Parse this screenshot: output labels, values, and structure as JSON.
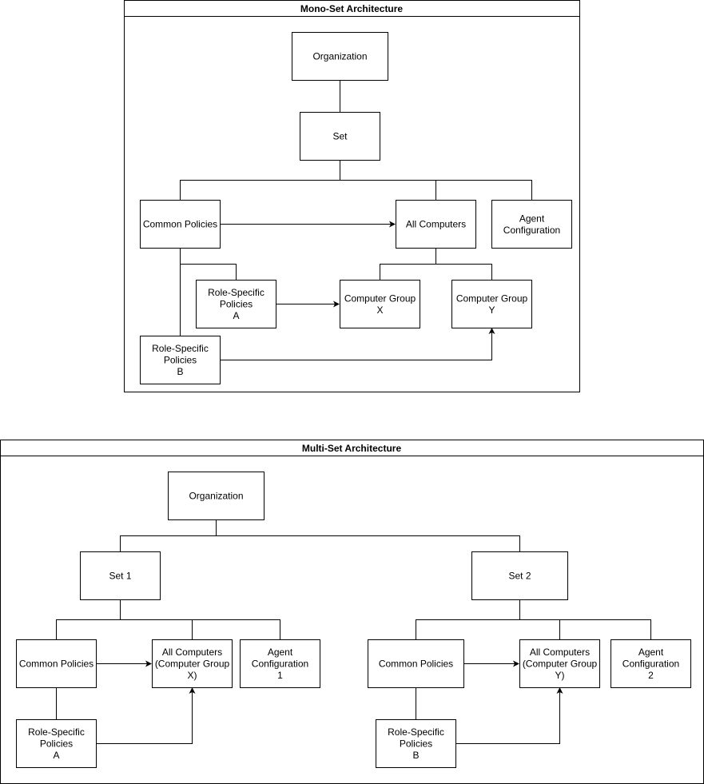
{
  "diagrams": {
    "mono": {
      "title": "Mono-Set Architecture",
      "nodes": {
        "organization": [
          "Organization"
        ],
        "set": [
          "Set"
        ],
        "common_policies": [
          "Common Policies"
        ],
        "all_computers": [
          "All Computers"
        ],
        "agent_configuration": [
          "Agent",
          "Configuration"
        ],
        "role_policies_a": [
          "Role-Specific",
          "Policies",
          "A"
        ],
        "computer_group_x": [
          "Computer Group",
          "X"
        ],
        "computer_group_y": [
          "Computer Group",
          "Y"
        ],
        "role_policies_b": [
          "Role-Specific",
          "Policies",
          "B"
        ]
      },
      "edges": [
        {
          "from": "organization",
          "to": "set",
          "type": "line"
        },
        {
          "from": "set",
          "to": "common_policies",
          "type": "line"
        },
        {
          "from": "set",
          "to": "all_computers",
          "type": "line"
        },
        {
          "from": "set",
          "to": "agent_configuration",
          "type": "line"
        },
        {
          "from": "common_policies",
          "to": "all_computers",
          "type": "arrow"
        },
        {
          "from": "common_policies",
          "to": "role_policies_a",
          "type": "line"
        },
        {
          "from": "common_policies",
          "to": "role_policies_b",
          "type": "line"
        },
        {
          "from": "all_computers",
          "to": "computer_group_x",
          "type": "line"
        },
        {
          "from": "all_computers",
          "to": "computer_group_y",
          "type": "line"
        },
        {
          "from": "role_policies_a",
          "to": "computer_group_x",
          "type": "arrow"
        },
        {
          "from": "role_policies_b",
          "to": "computer_group_y",
          "type": "arrow"
        }
      ]
    },
    "multi": {
      "title": "Multi-Set Architecture",
      "nodes": {
        "organization": [
          "Organization"
        ],
        "set1": [
          "Set 1"
        ],
        "set2": [
          "Set 2"
        ],
        "common_policies_1": [
          "Common Policies"
        ],
        "all_computers_1": [
          "All Computers",
          "(Computer Group",
          "X)"
        ],
        "agent_configuration_1": [
          "Agent",
          "Configuration",
          "1"
        ],
        "role_policies_a": [
          "Role-Specific",
          "Policies",
          "A"
        ],
        "common_policies_2": [
          "Common Policies"
        ],
        "all_computers_2": [
          "All Computers",
          "(Computer Group",
          "Y)"
        ],
        "agent_configuration_2": [
          "Agent",
          "Configuration",
          "2"
        ],
        "role_policies_b": [
          "Role-Specific",
          "Policies",
          "B"
        ]
      },
      "edges": [
        {
          "from": "organization",
          "to": "set1",
          "type": "line"
        },
        {
          "from": "organization",
          "to": "set2",
          "type": "line"
        },
        {
          "from": "set1",
          "to": "common_policies_1",
          "type": "line"
        },
        {
          "from": "set1",
          "to": "all_computers_1",
          "type": "line"
        },
        {
          "from": "set1",
          "to": "agent_configuration_1",
          "type": "line"
        },
        {
          "from": "common_policies_1",
          "to": "all_computers_1",
          "type": "arrow"
        },
        {
          "from": "common_policies_1",
          "to": "role_policies_a",
          "type": "line"
        },
        {
          "from": "role_policies_a",
          "to": "all_computers_1",
          "type": "arrow"
        },
        {
          "from": "set2",
          "to": "common_policies_2",
          "type": "line"
        },
        {
          "from": "set2",
          "to": "all_computers_2",
          "type": "line"
        },
        {
          "from": "set2",
          "to": "agent_configuration_2",
          "type": "line"
        },
        {
          "from": "common_policies_2",
          "to": "all_computers_2",
          "type": "arrow"
        },
        {
          "from": "common_policies_2",
          "to": "role_policies_b",
          "type": "line"
        },
        {
          "from": "role_policies_b",
          "to": "all_computers_2",
          "type": "arrow"
        }
      ]
    }
  },
  "colors": {
    "stroke": "#000000",
    "fill": "#ffffff"
  }
}
